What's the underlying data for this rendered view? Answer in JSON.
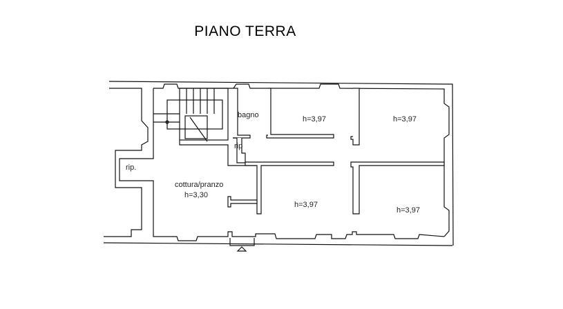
{
  "title": "PIANO TERRA",
  "rooms": [
    {
      "label": "bagno"
    },
    {
      "label": "h=3,97"
    },
    {
      "label": "h=3,97"
    },
    {
      "label": "rip"
    },
    {
      "label": "rip."
    },
    {
      "label": "cottura/pranzo",
      "height": "h=3,30"
    },
    {
      "label": "h=3,97"
    },
    {
      "label": "h=3,97"
    }
  ]
}
